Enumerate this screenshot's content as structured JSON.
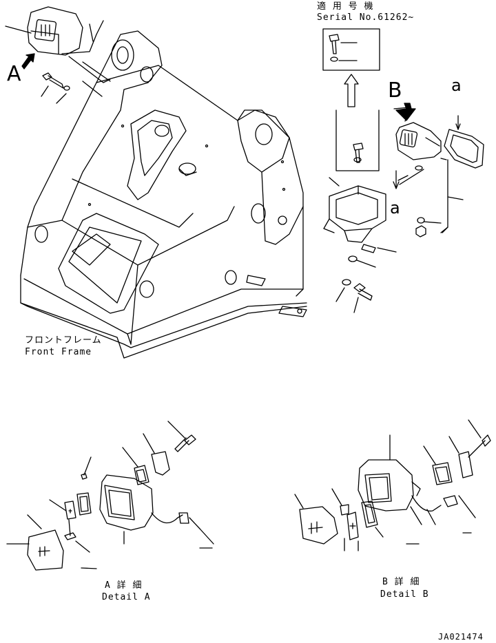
{
  "serial_box": {
    "line1": "適 用 号 機",
    "line2": "Serial No.61262~"
  },
  "view_markers": {
    "a_big": "A",
    "b_big": "B",
    "a_small_1": "a",
    "a_small_2": "a"
  },
  "front_frame": {
    "jp": "フロントフレーム",
    "en": "Front Frame"
  },
  "detail_a": {
    "jp": "A 詳 細",
    "en": "Detail A"
  },
  "detail_b": {
    "jp": "B 詳 細",
    "en": "Detail B"
  },
  "drawing_code": "JA021474"
}
